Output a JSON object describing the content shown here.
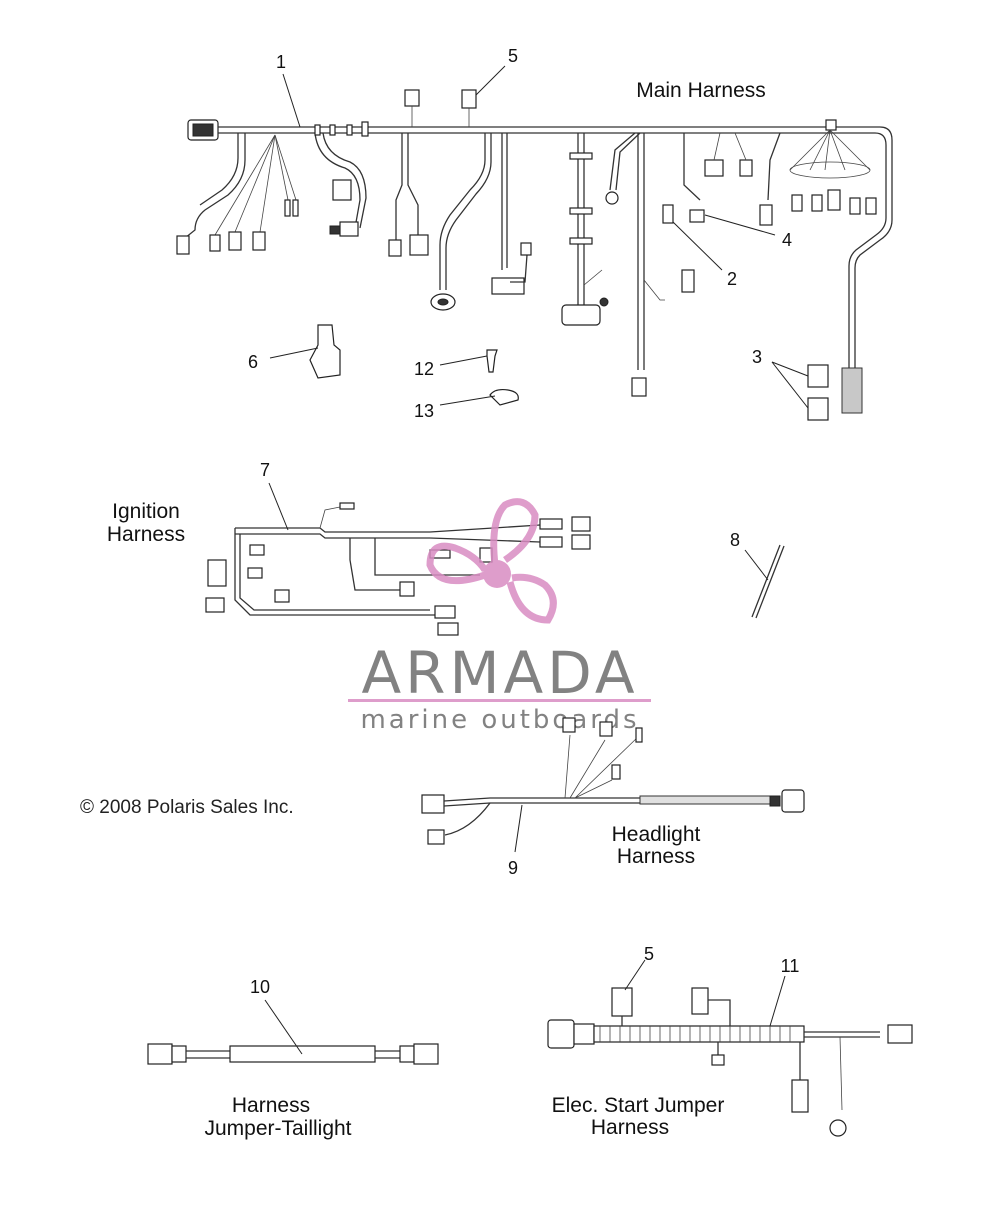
{
  "labels": {
    "main": "Main Harness",
    "ignition_line1": "Ignition",
    "ignition_line2": "Harness",
    "headlight_line1": "Headlight",
    "headlight_line2": "Harness",
    "jumper_tail_line1": "Harness",
    "jumper_tail_line2": "Jumper-Taillight",
    "elec_start_line1": "Elec. Start Jumper",
    "elec_start_line2": "Harness"
  },
  "copyright": "© 2008 Polaris Sales Inc.",
  "watermark": {
    "brand": "ARMADA",
    "tagline": "marine outboards",
    "colors": {
      "logo": "#d98cc2",
      "text": "#6d6d6d",
      "rule": "#d98cc2"
    }
  },
  "callouts": {
    "c1": "1",
    "c2": "2",
    "c3": "3",
    "c4": "4",
    "c5a": "5",
    "c5b": "5",
    "c6": "6",
    "c7": "7",
    "c8": "8",
    "c9": "9",
    "c10": "10",
    "c11": "11",
    "c12": "12",
    "c13": "13"
  }
}
